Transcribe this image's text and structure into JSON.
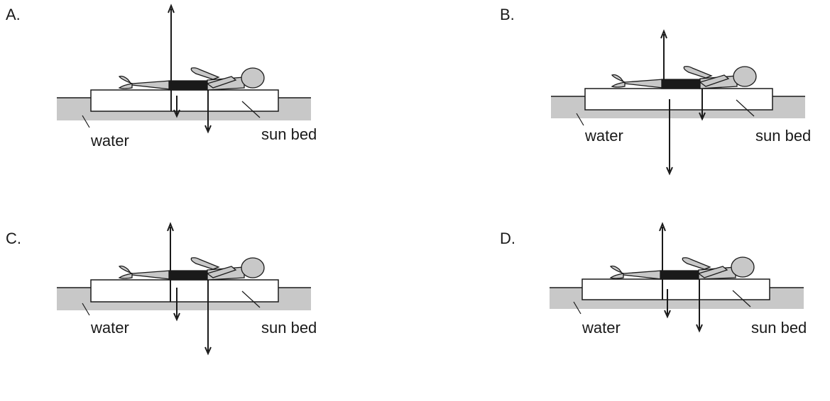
{
  "options": [
    {
      "letter": "A.",
      "water_label": "water",
      "bed_label": "sun bed"
    },
    {
      "letter": "B.",
      "water_label": "water",
      "bed_label": "sun bed"
    },
    {
      "letter": "C.",
      "water_label": "water",
      "bed_label": "sun bed"
    },
    {
      "letter": "D.",
      "water_label": "water",
      "bed_label": "sun bed"
    }
  ],
  "colors": {
    "water": "#c8c8c8",
    "body": "#c8c8c8",
    "swimsuit": "#1a1a1a",
    "lines": "#1a1a1a"
  }
}
